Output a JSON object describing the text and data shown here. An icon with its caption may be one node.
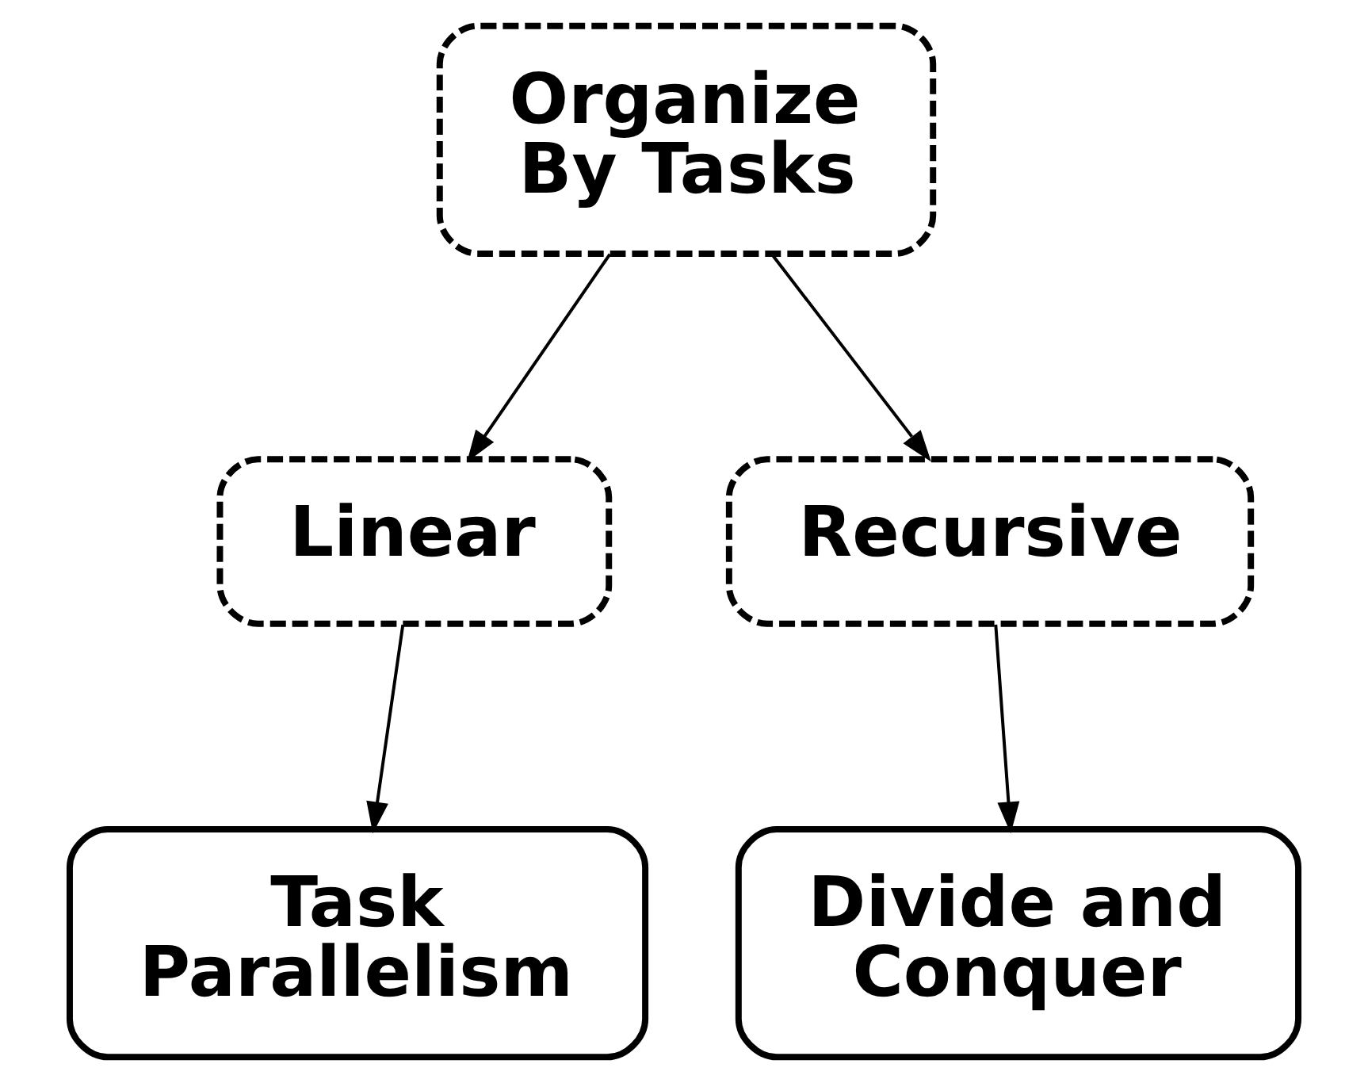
{
  "diagram": {
    "nodes": [
      {
        "text": [
          "Organize By Tasks"
        ]
      },
      {
        "text": [
          "Linear"
        ]
      },
      {
        "text": [
          "Recursive"
        ]
      },
      {
        "text": [
          "Task Parallelism"
        ]
      },
      {
        "text": [
          "Divide and Conquer"
        ]
      }
    ],
    "edges": [
      {
        "from": 0,
        "to": 1,
        "arrow": "to"
      },
      {
        "from": 0,
        "to": 2,
        "arrow": "to"
      },
      {
        "from": 1,
        "to": 3,
        "arrow": "to"
      },
      {
        "from": 2,
        "to": 4,
        "arrow": "to"
      }
    ]
  }
}
